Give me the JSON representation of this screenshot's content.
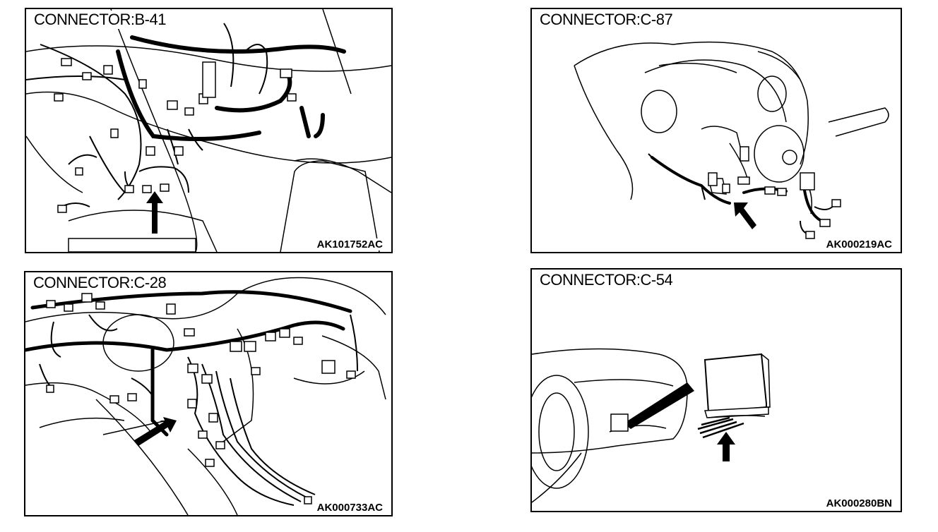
{
  "panels": [
    {
      "connector": "CONNECTOR:B-41",
      "code": "AK101752AC",
      "arrow": "locator-arrow"
    },
    {
      "connector": "CONNECTOR:C-87",
      "code": "AK000219AC",
      "arrow": "locator-arrow"
    },
    {
      "connector": "CONNECTOR:C-28",
      "code": "AK000733AC",
      "arrow": "locator-arrow"
    },
    {
      "connector": "CONNECTOR:C-54",
      "code": "AK000280BN",
      "arrow": "locator-arrow"
    }
  ],
  "colors": {
    "line": "#000000",
    "background": "#ffffff"
  }
}
